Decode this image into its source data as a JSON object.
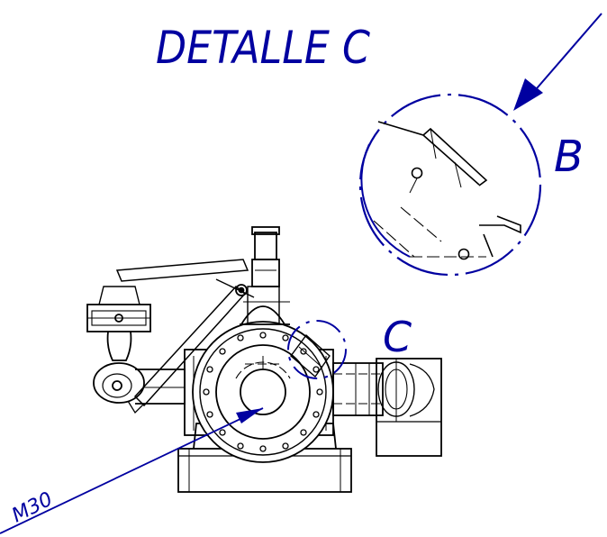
{
  "title": "DETALLE C",
  "detail_view_label": "B",
  "detail_callout_label": "C",
  "thread_label": "M30",
  "colors": {
    "annotation": "#0000a0",
    "linework": "#000000",
    "background": "#ffffff"
  }
}
